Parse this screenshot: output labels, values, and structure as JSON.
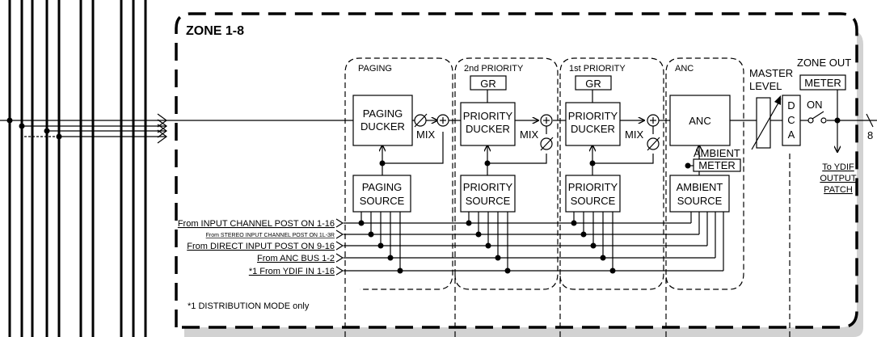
{
  "zone_title": "ZONE 1-8",
  "sections": {
    "paging": "PAGING",
    "second_priority": "2nd PRIORITY",
    "first_priority": "1st PRIORITY",
    "anc": "ANC"
  },
  "blocks": {
    "paging_ducker": [
      "PAGING",
      "DUCKER"
    ],
    "priority_ducker": [
      "PRIORITY",
      "DUCKER"
    ],
    "paging_source": [
      "PAGING",
      "SOURCE"
    ],
    "priority_source": [
      "PRIORITY",
      "SOURCE"
    ],
    "anc": "ANC",
    "ambient_source": [
      "AMBIENT",
      "SOURCE"
    ],
    "gr": "GR",
    "ambient_meter": [
      "AMBIENT",
      "METER"
    ],
    "dca": [
      "D",
      "C",
      "A"
    ],
    "meter": "METER"
  },
  "labels": {
    "mix": "MIX",
    "master_level": [
      "MASTER",
      "LEVEL"
    ],
    "zone_out": "ZONE OUT",
    "on": "ON",
    "channels": "8",
    "ydif_output": [
      "To YDIF",
      "OUTPUT",
      "PATCH"
    ]
  },
  "inputs": [
    "From INPUT CHANNEL POST ON 1-16",
    "From STEREO INPUT CHANNEL POST ON 1L-3R",
    "From DIRECT INPUT POST ON 9-16",
    "From ANC BUS 1-2",
    "*1 From YDIF IN 1-16"
  ],
  "footnote": "*1  DISTRIBUTION MODE only"
}
